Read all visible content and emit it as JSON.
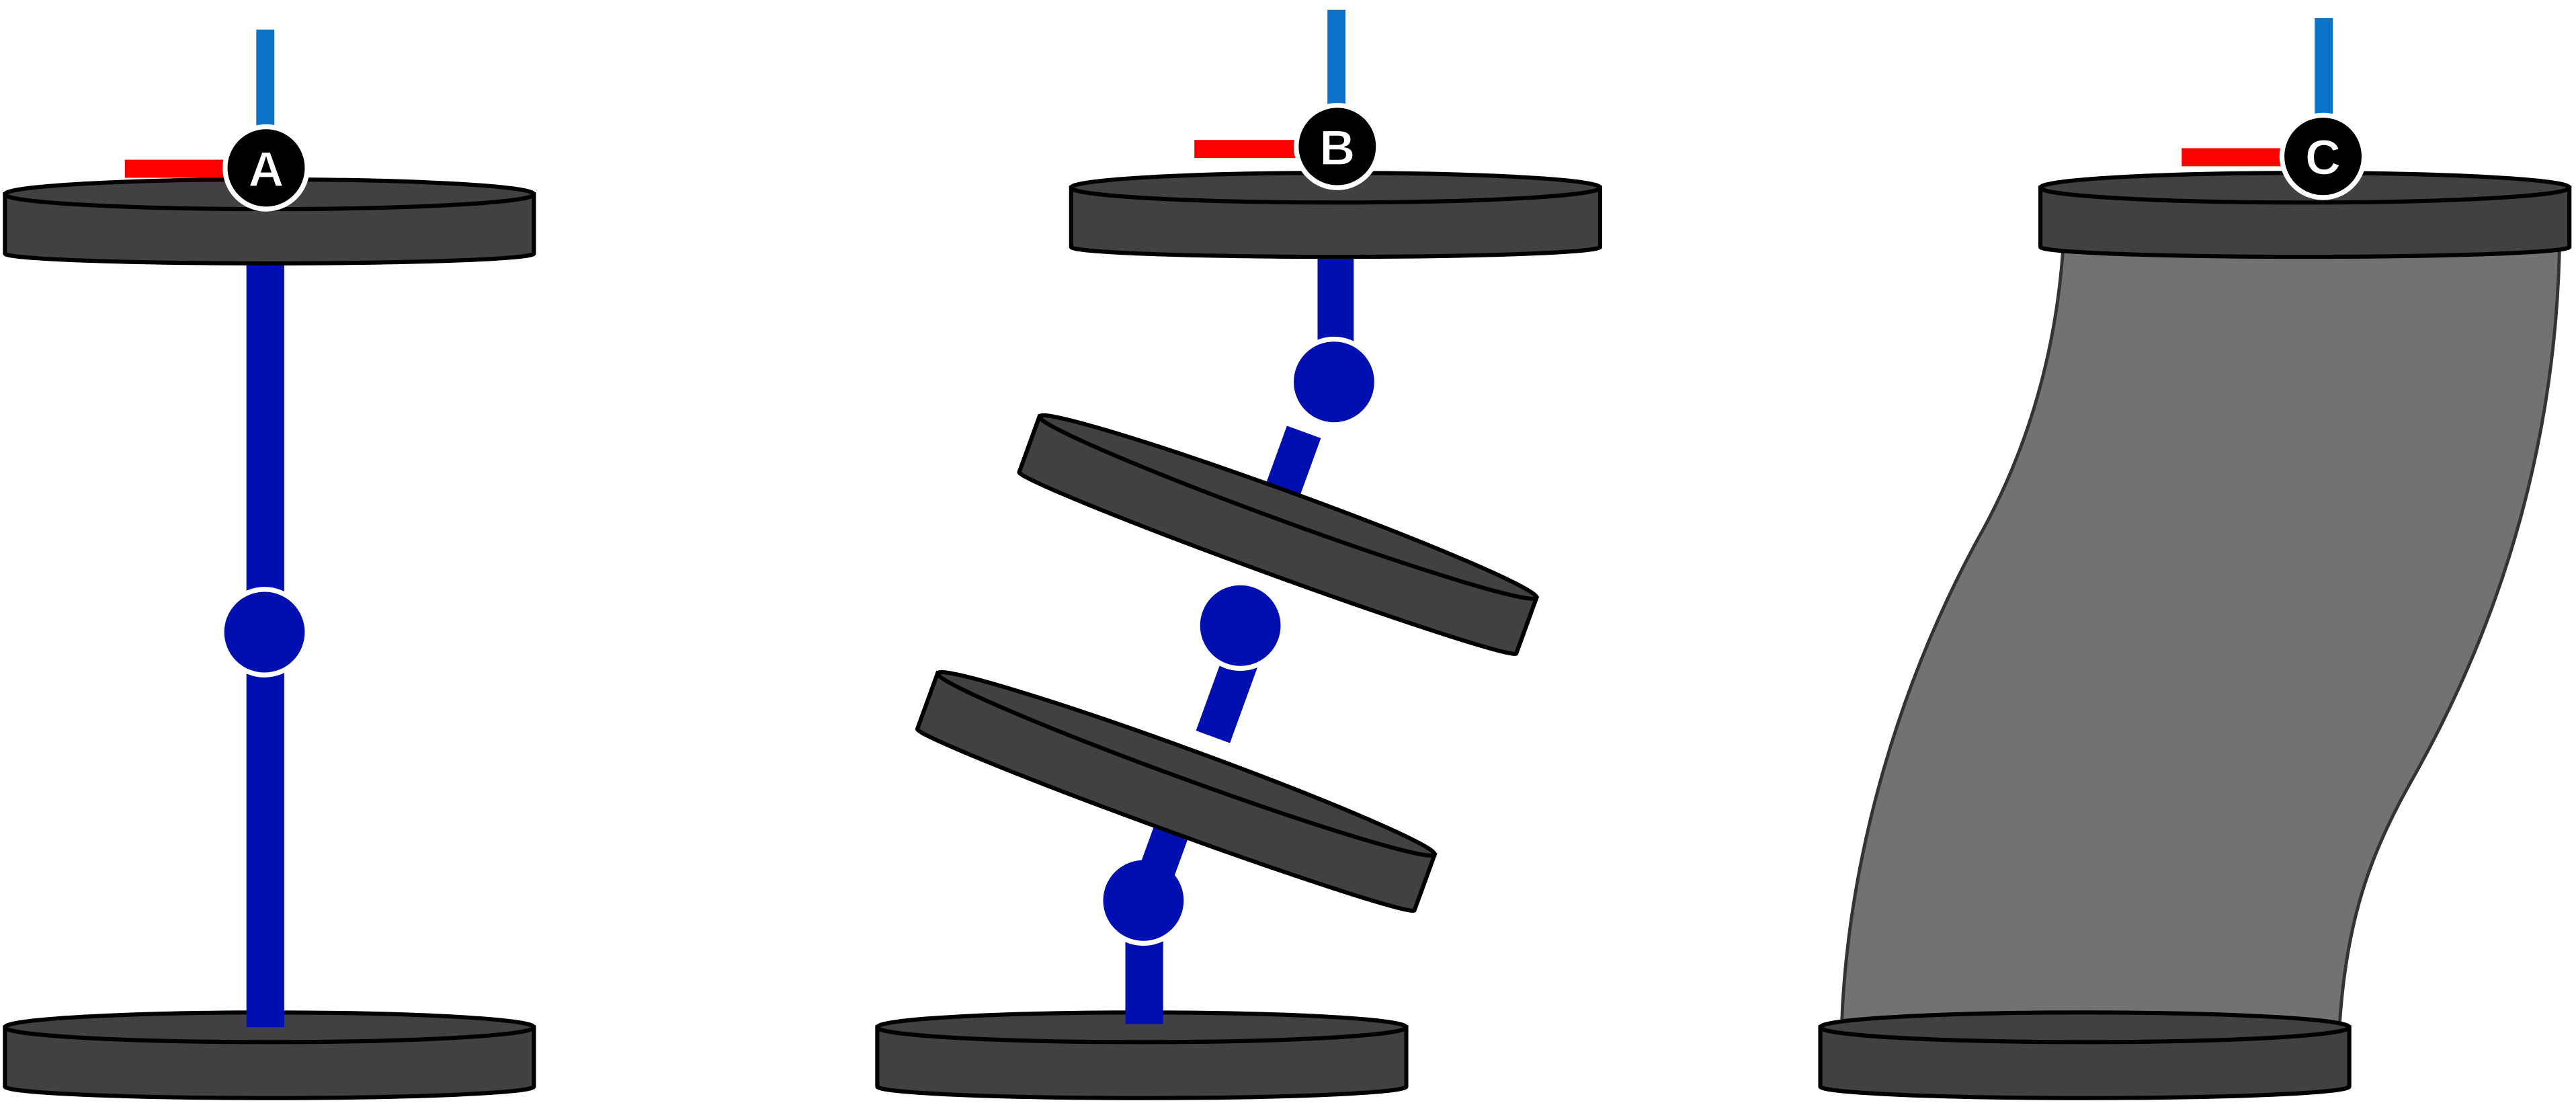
{
  "figures": [
    {
      "id": "A",
      "label": "A",
      "type": "single-joint"
    },
    {
      "id": "B",
      "label": "B",
      "type": "multi-disc"
    },
    {
      "id": "C",
      "label": "C",
      "type": "continuum"
    }
  ],
  "colors": {
    "disc_fill": "#414141",
    "disc_stroke": "#000000",
    "link": "#0010b0",
    "axis_vertical": "#0a72c8",
    "axis_horizontal": "#ff0000",
    "badge_fill": "#000000",
    "badge_text": "#ffffff",
    "continuum_fill": "#727272"
  }
}
